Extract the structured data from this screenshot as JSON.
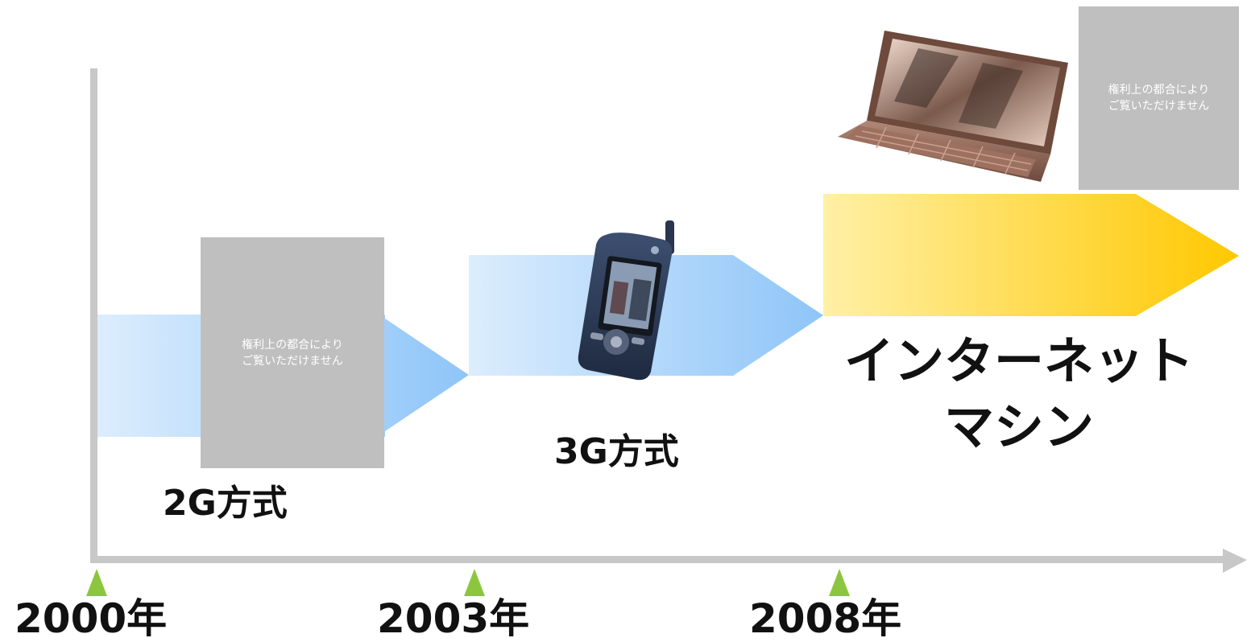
{
  "years": [
    "2000年",
    "2003年",
    "2008年"
  ],
  "stages": {
    "s2g": "2G方式",
    "s3g": "3G方式",
    "internet_line1": "インターネット",
    "internet_line2": "マシン"
  },
  "placeholder": {
    "line1": "権利上の都合により",
    "line2": "ご覧いただけません"
  },
  "colors": {
    "axis": "#c8c8c8",
    "marker": "#8cc63f",
    "arrow_blue": "#8cc4f8",
    "arrow_blue_light": "#d8ecfd",
    "arrow_yellow": "#ffc800",
    "arrow_yellow_light": "#fff0a8",
    "placeholder": "#bfbfbf"
  }
}
